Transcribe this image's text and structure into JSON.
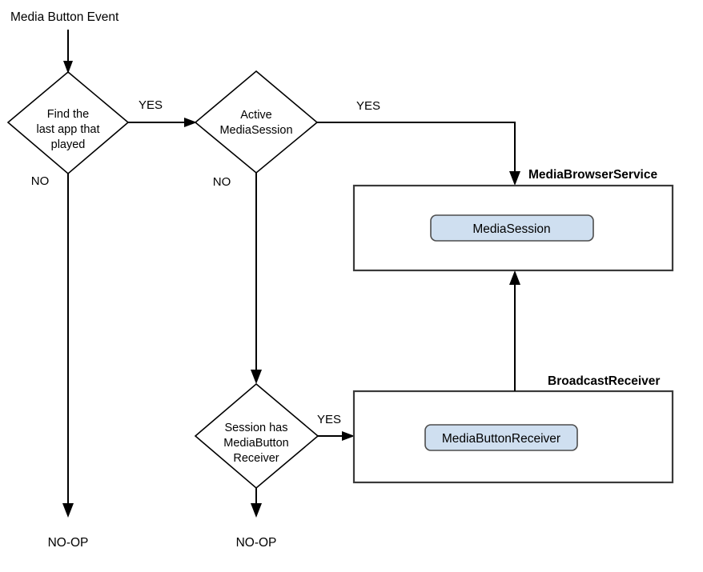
{
  "diagram": {
    "title_label": "Media Button Event",
    "decisions": [
      {
        "id": "find-last-app",
        "lines": [
          "Find the",
          "last app that",
          "played"
        ],
        "yes_label": "YES",
        "no_label": "NO"
      },
      {
        "id": "active-mediasession",
        "lines": [
          "Active",
          "MediaSession"
        ],
        "yes_label": "YES",
        "no_label": "NO"
      },
      {
        "id": "session-has-mediabutton-receiver",
        "lines": [
          "Session  has",
          "MediaButton",
          "Receiver"
        ],
        "yes_label": "YES"
      }
    ],
    "containers": [
      {
        "id": "mediabrowserservice",
        "caption": "MediaBrowserService",
        "node_label": "MediaSession",
        "node_fill": "#cfdff0",
        "node_stroke": "#4d4d4d",
        "box_stroke": "#3a3a3a"
      },
      {
        "id": "broadcastreceiver",
        "caption": "BroadcastReceiver",
        "node_label": "MediaButtonReceiver",
        "node_fill": "#cfdff0",
        "node_stroke": "#4d4d4d",
        "box_stroke": "#3a3a3a"
      }
    ],
    "terminals": [
      {
        "id": "no-op-left",
        "label": "NO-OP"
      },
      {
        "id": "no-op-middle",
        "label": "NO-OP"
      }
    ],
    "colors": {
      "background": "#ffffff",
      "line": "#000000",
      "text": "#000000"
    }
  }
}
